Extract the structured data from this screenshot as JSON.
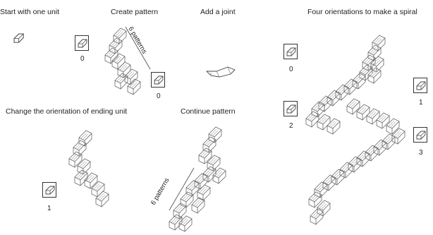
{
  "labels": {
    "start": "Start with one unit",
    "create": "Create pattern",
    "joint": "Add a joint",
    "spiral": "Four orientations to make a spiral",
    "change": "Change the orientation of ending unit",
    "continue": "Continue pattern"
  },
  "annotations": {
    "six_top": "6 patterns",
    "six_bottom": "6 patterns"
  },
  "unit_numbers": {
    "create_start": "0",
    "create_end": "0",
    "change_end": "1",
    "spiral_top_left": "0",
    "spiral_right_top": "1",
    "spiral_left_mid": "2",
    "spiral_right_mid": "3"
  },
  "colors": {
    "line": "#555555",
    "light": "#9a9a9a",
    "box": "#333333"
  },
  "icons": [
    "unit-cube-icon"
  ]
}
